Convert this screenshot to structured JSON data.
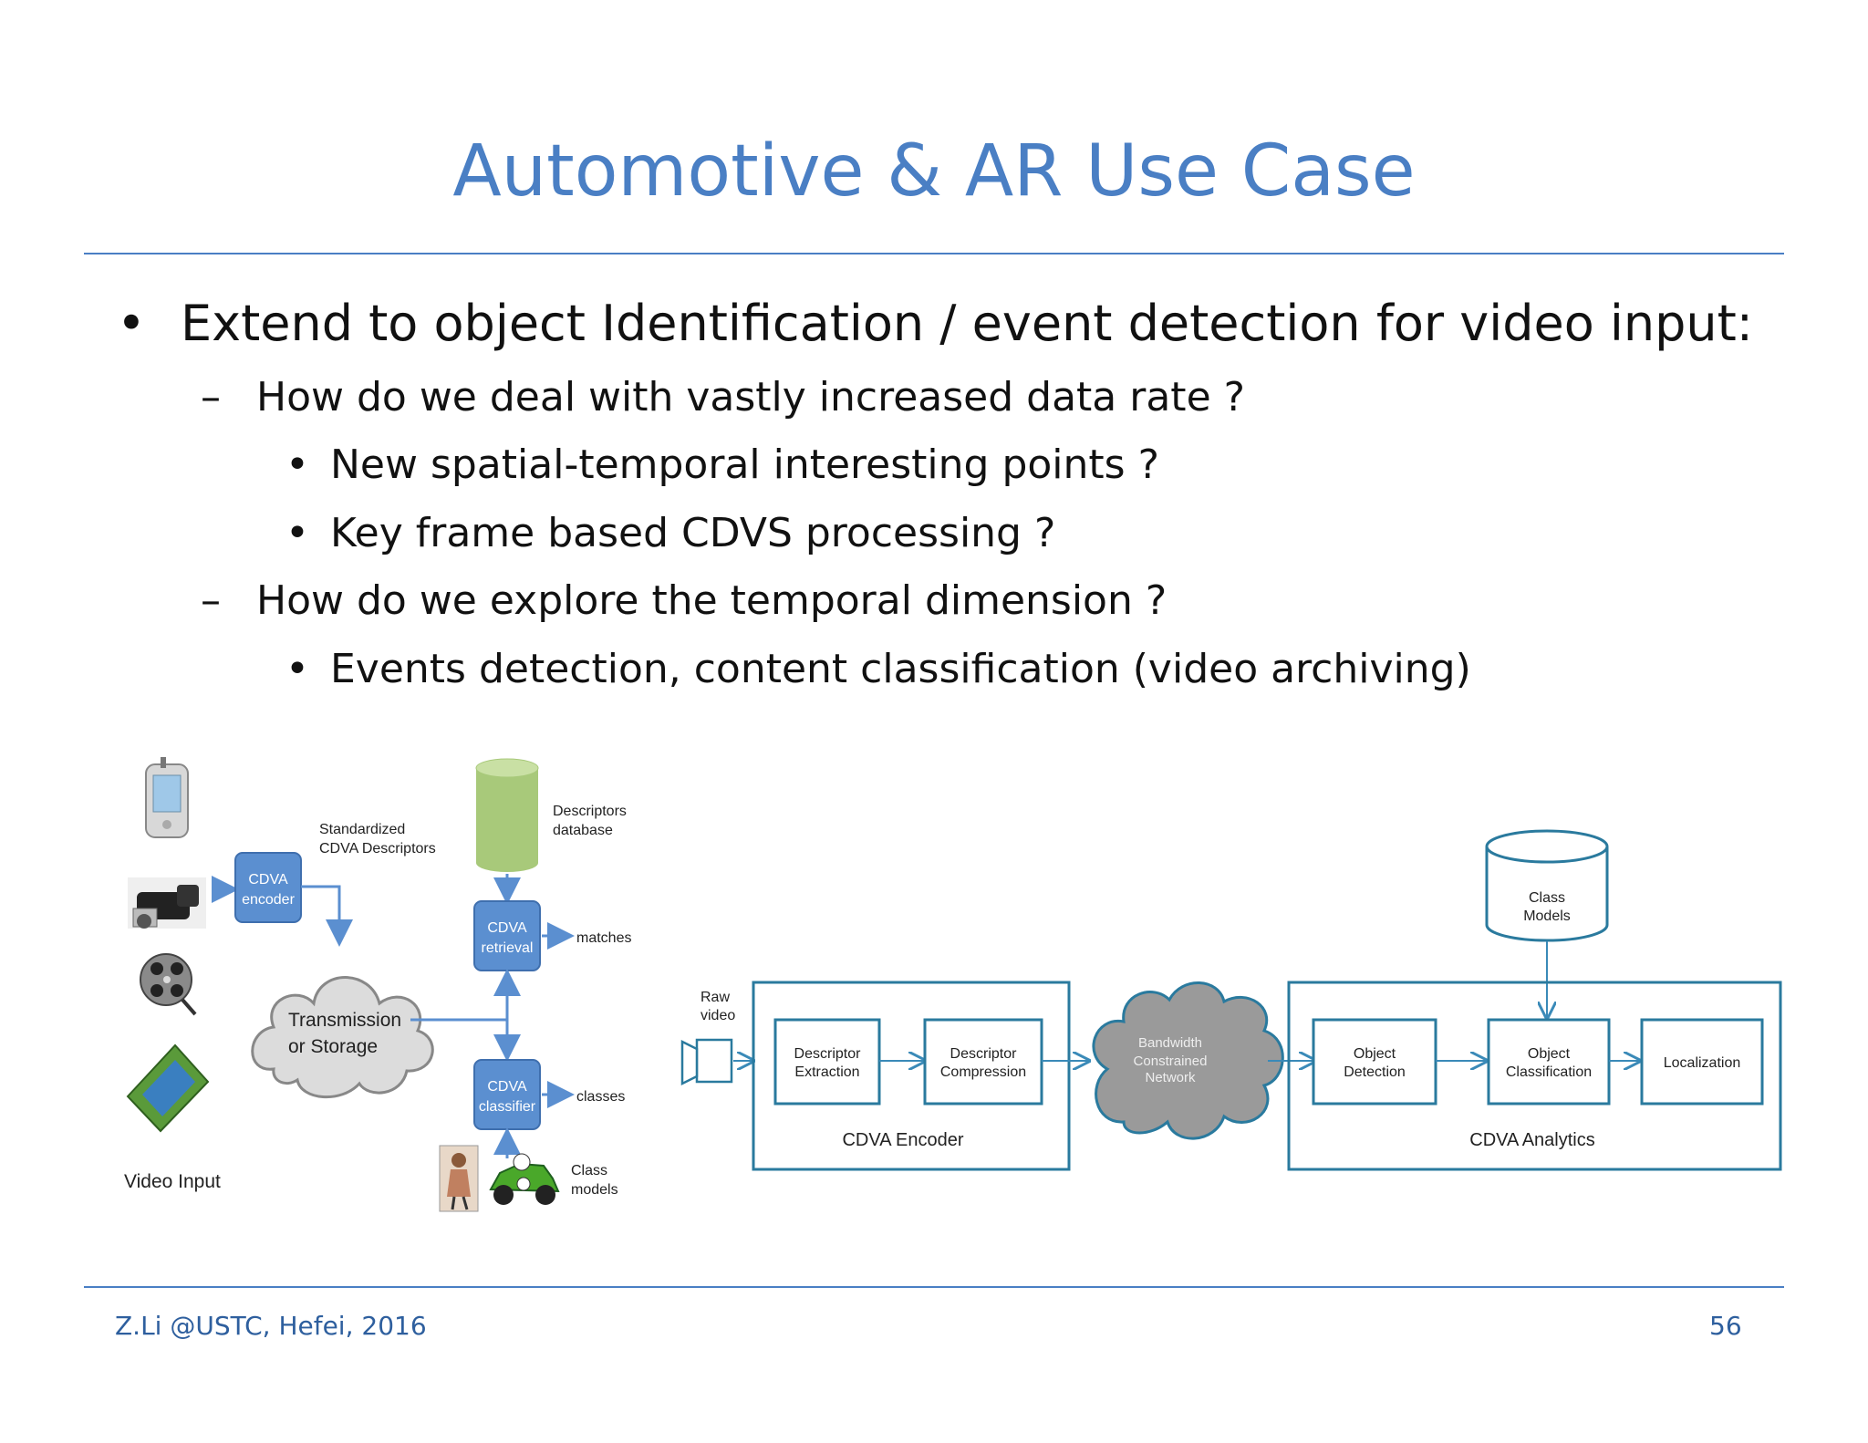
{
  "slide": {
    "title": "Automotive & AR Use Case",
    "bullets": [
      {
        "marker": "•",
        "text": "Extend to object Identification / event detection for video input:"
      },
      {
        "marker": "–",
        "text": "How do we deal with vastly increased data rate ?"
      },
      {
        "marker": "•",
        "text": "New spatial-temporal interesting points ?"
      },
      {
        "marker": "•",
        "text": "Key frame based CDVS processing ?"
      },
      {
        "marker": "–",
        "text": "How do we explore the temporal dimension ?"
      },
      {
        "marker": "•",
        "text": "Events detection, content classification (video archiving)"
      }
    ],
    "footer_left": "Z.Li @USTC, Hefei, 2016",
    "page_number": "56"
  },
  "diagram_left": {
    "standardized_line1": "Standardized",
    "standardized_line2": "CDVA Descriptors",
    "encoder_line1": "CDVA",
    "encoder_line2": "encoder",
    "cloud_line1": "Transmission",
    "cloud_line2": "or Storage",
    "db_line1": "Descriptors",
    "db_line2": "database",
    "retrieval_line1": "CDVA",
    "retrieval_line2": "retrieval",
    "matches": "matches",
    "classifier_line1": "CDVA",
    "classifier_line2": "classifier",
    "classes": "classes",
    "class_models_line1": "Class",
    "class_models_line2": "models",
    "video_input": "Video Input",
    "colors": {
      "box_fill": "#5b8fd0",
      "box_stroke": "#3f6fae",
      "db_fill": "#a8c97a",
      "arrow": "#5b8fd0"
    }
  },
  "diagram_right": {
    "raw_line1": "Raw",
    "raw_line2": "video",
    "descriptor_extraction_line1": "Descriptor",
    "descriptor_extraction_line2": "Extraction",
    "descriptor_compression_line1": "Descriptor",
    "descriptor_compression_line2": "Compression",
    "encoder_group": "CDVA Encoder",
    "network_line1": "Bandwidth",
    "network_line2": "Constrained",
    "network_line3": "Network",
    "class_models_line1": "Class",
    "class_models_line2": "Models",
    "object_detection_line1": "Object",
    "object_detection_line2": "Detection",
    "object_classification_line1": "Object",
    "object_classification_line2": "Classification",
    "localization": "Localization",
    "analytics_group": "CDVA  Analytics",
    "colors": {
      "stroke": "#2a7a9e",
      "cloud_fill": "#9a9a9a",
      "arrow": "#3a8ab8"
    }
  }
}
